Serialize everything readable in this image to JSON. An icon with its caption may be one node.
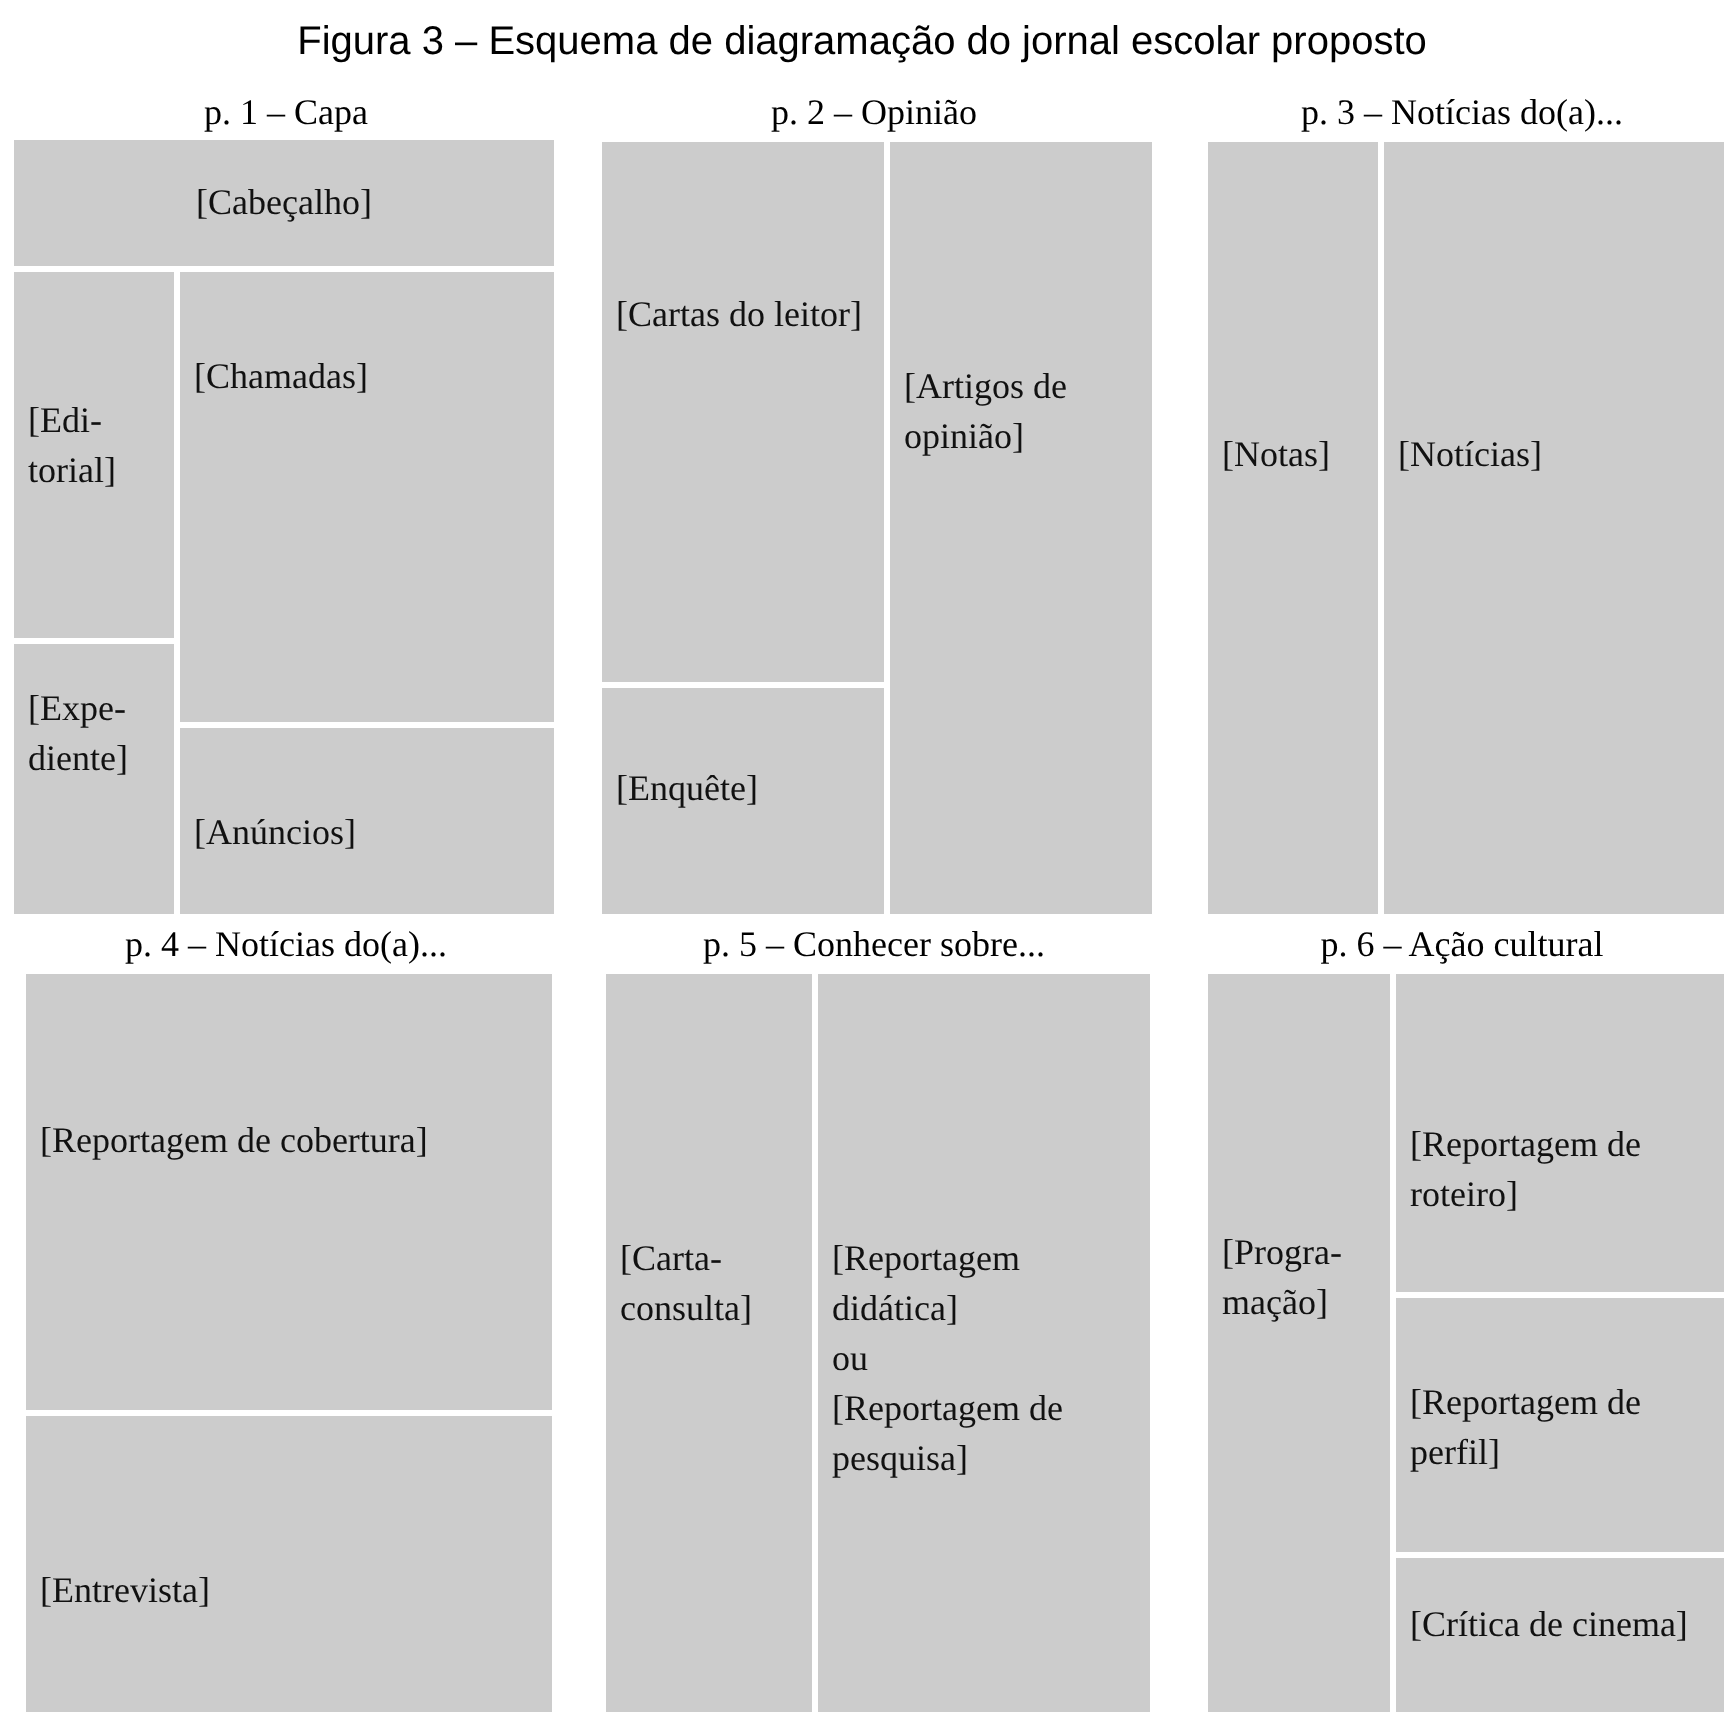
{
  "diagram": {
    "title": "Figura 3 – Esquema de diagramação do jornal escolar proposto",
    "nodes": [
      {
        "text": [
          "[Cabeçalho]"
        ]
      },
      {
        "text": [
          "[Edi- torial]"
        ]
      },
      {
        "text": [
          "[Chamadas]"
        ]
      },
      {
        "text": [
          "[Expe- diente]"
        ]
      },
      {
        "text": [
          "[Anúncios]"
        ]
      },
      {
        "text": [
          "[Cartas do leitor]"
        ]
      },
      {
        "text": [
          "[Artigos de opinião]"
        ]
      },
      {
        "text": [
          "[Enquête]"
        ]
      },
      {
        "text": [
          "[Notas]"
        ]
      },
      {
        "text": [
          "[Notícias]"
        ]
      },
      {
        "text": [
          "[Reportagem de cobertura]"
        ]
      },
      {
        "text": [
          "[Entrevista]"
        ]
      },
      {
        "text": [
          "[Carta- consulta]"
        ]
      },
      {
        "text": [
          "[Reportagem didática]",
          "ou",
          "[Reportagem de pesquisa]"
        ]
      },
      {
        "text": [
          "[Progra- mação]"
        ]
      },
      {
        "text": [
          "[Reportagem de roteiro]"
        ]
      },
      {
        "text": [
          "[Reportagem de perfil]"
        ]
      },
      {
        "text": [
          "[Crítica de cinema]"
        ]
      }
    ],
    "labels": [
      "p. 1 – Capa",
      "p. 2 – Opinião",
      "p. 3 – Notícias do(a)...",
      "p. 4 – Notícias do(a)...",
      "p. 5 – Conhecer sobre...",
      "p. 6 – Ação cultural"
    ]
  }
}
